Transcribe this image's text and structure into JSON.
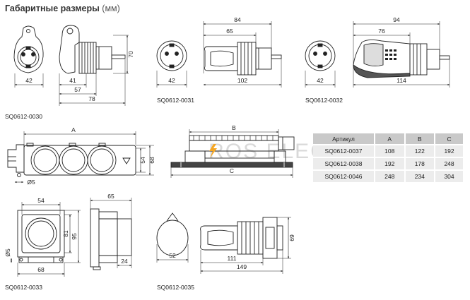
{
  "heading": {
    "title": "Габаритные размеры",
    "unit": "(мм)"
  },
  "watermark": "ROS ELECTRIC",
  "accent_color": "#f5a623",
  "models": {
    "m0030": {
      "code": "SQ0612-0030",
      "dims": [
        "42",
        "70",
        "41",
        "57",
        "78"
      ]
    },
    "m0031": {
      "code": "SQ0612-0031",
      "dims": [
        "42",
        "84",
        "65",
        "102"
      ]
    },
    "m0032": {
      "code": "SQ0612-0032",
      "dims": [
        "42",
        "94",
        "76",
        "114"
      ]
    },
    "strip": {
      "dims": [
        "A",
        "54",
        "68",
        "Ø5",
        "B",
        "C"
      ]
    },
    "m0033": {
      "code": "SQ0612-0033",
      "dims": [
        "54",
        "81",
        "95",
        "Ø5",
        "68",
        "65",
        "24"
      ]
    },
    "m0035": {
      "code": "SQ0612-0035",
      "dims": [
        "52",
        "111",
        "149",
        "69"
      ]
    }
  },
  "spec_table": {
    "headers": [
      "Артикул",
      "A",
      "B",
      "C"
    ],
    "rows": [
      [
        "SQ0612-0037",
        "108",
        "122",
        "192"
      ],
      [
        "SQ0612-0038",
        "192",
        "178",
        "248"
      ],
      [
        "SQ0612-0046",
        "248",
        "234",
        "304"
      ]
    ]
  }
}
